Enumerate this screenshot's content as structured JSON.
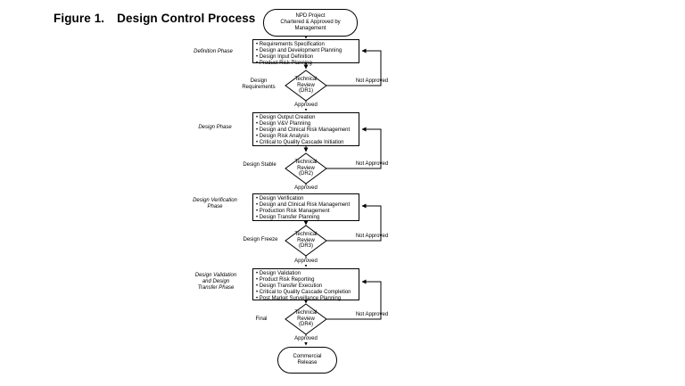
{
  "figure": {
    "label": "Figure 1.",
    "title": "Design Control Process"
  },
  "start_node": {
    "text": "NPD Project\nChartered & Approved by\nManagement"
  },
  "end_node": {
    "text": "Commercial\nRelease"
  },
  "phases": [
    {
      "phase_label": "Definition Phase",
      "activities": [
        "Requirements Specification",
        "Design and Development Planning",
        "Design Input Definition",
        "Product Risk Planning"
      ],
      "gate_label": "Design\nRequirements",
      "review_label": "Technical\nReview\n(DR1)",
      "approved_label": "Approved",
      "not_approved_label": "Not Approved"
    },
    {
      "phase_label": "Design Phase",
      "activities": [
        "Design Output Creation",
        "Design V&V Planning",
        "Design and Clinical Risk Management",
        "Design Risk Analysis",
        "Critical to Quality Cascade Initiation"
      ],
      "gate_label": "Design Stable",
      "review_label": "Technical\nReview\n(DR2)",
      "approved_label": "Approved",
      "not_approved_label": "Not Approved"
    },
    {
      "phase_label": "Design Verification\nPhase",
      "activities": [
        "Design Verification",
        "Design and Clinical Risk Management",
        "Production Risk Management",
        "Design Transfer Planning"
      ],
      "gate_label": "Design Freeze",
      "review_label": "Technical\nReview\n(DR3)",
      "approved_label": "Approved",
      "not_approved_label": "Not Approved"
    },
    {
      "phase_label": "Design Validation\nand Design\nTransfer Phase",
      "activities": [
        "Design Validation",
        "Product Risk Reporting",
        "Design Transfer Execution",
        "Critical to Quality Cascade Completion",
        "Post Market Surveillance Planning"
      ],
      "gate_label": "Final",
      "review_label": "Technical\nReview\n(DR4)",
      "approved_label": "Approved",
      "not_approved_label": "Not Approved"
    }
  ],
  "colors": {
    "line": "#000000",
    "background": "#ffffff"
  }
}
